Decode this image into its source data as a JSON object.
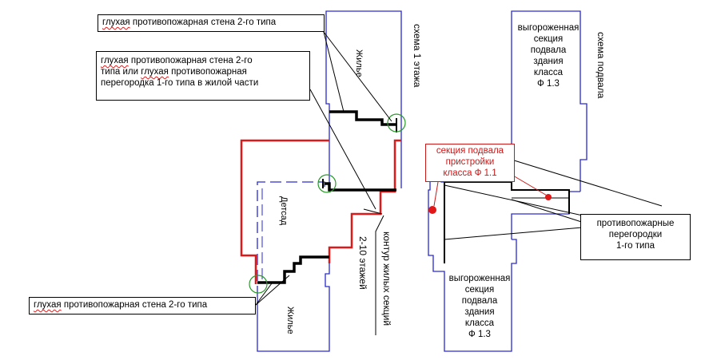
{
  "labels": {
    "callout_top": {
      "p1": "глухая",
      "p2": " противопожарная стена 2-го типа"
    },
    "callout_mid": {
      "l1a": "глухая",
      "l1b": " противопожарная стена 2-го",
      "l2a": "типа или ",
      "l2b": "глухая",
      "l2c": " противопожарная",
      "l3": "перегородка 1-го типа в жилой части"
    },
    "callout_bottom": {
      "p1": "глухая",
      "p2": " противопожарная стена 2-го типа"
    },
    "zhile_top": "Жилье",
    "zhile_bottom": "Жилье",
    "detsad": "Детсад",
    "scheme1": "схема 1 этажа",
    "scheme_basement": "схема подвала",
    "floors": "2-10 этажей",
    "kontur": "контур жилых секций",
    "section_top": [
      "выгороженная",
      "секция",
      "подвала",
      "здания",
      "класса",
      "Ф 1.3"
    ],
    "section_bottom": [
      "выгороженная",
      "секция",
      "подвала",
      "здания",
      "класса",
      "Ф 1.3"
    ],
    "annex": [
      "секция подвала",
      "пристройки",
      "класса Ф 1.1"
    ],
    "partitions": [
      "противопожарные",
      "перегородки",
      "1-го типа"
    ]
  },
  "colors": {
    "outline": "#2a2ad0",
    "wall": "#e01818",
    "fire_wall": "#000000",
    "marker": "#2a9a2a",
    "underline": "#d82020"
  }
}
